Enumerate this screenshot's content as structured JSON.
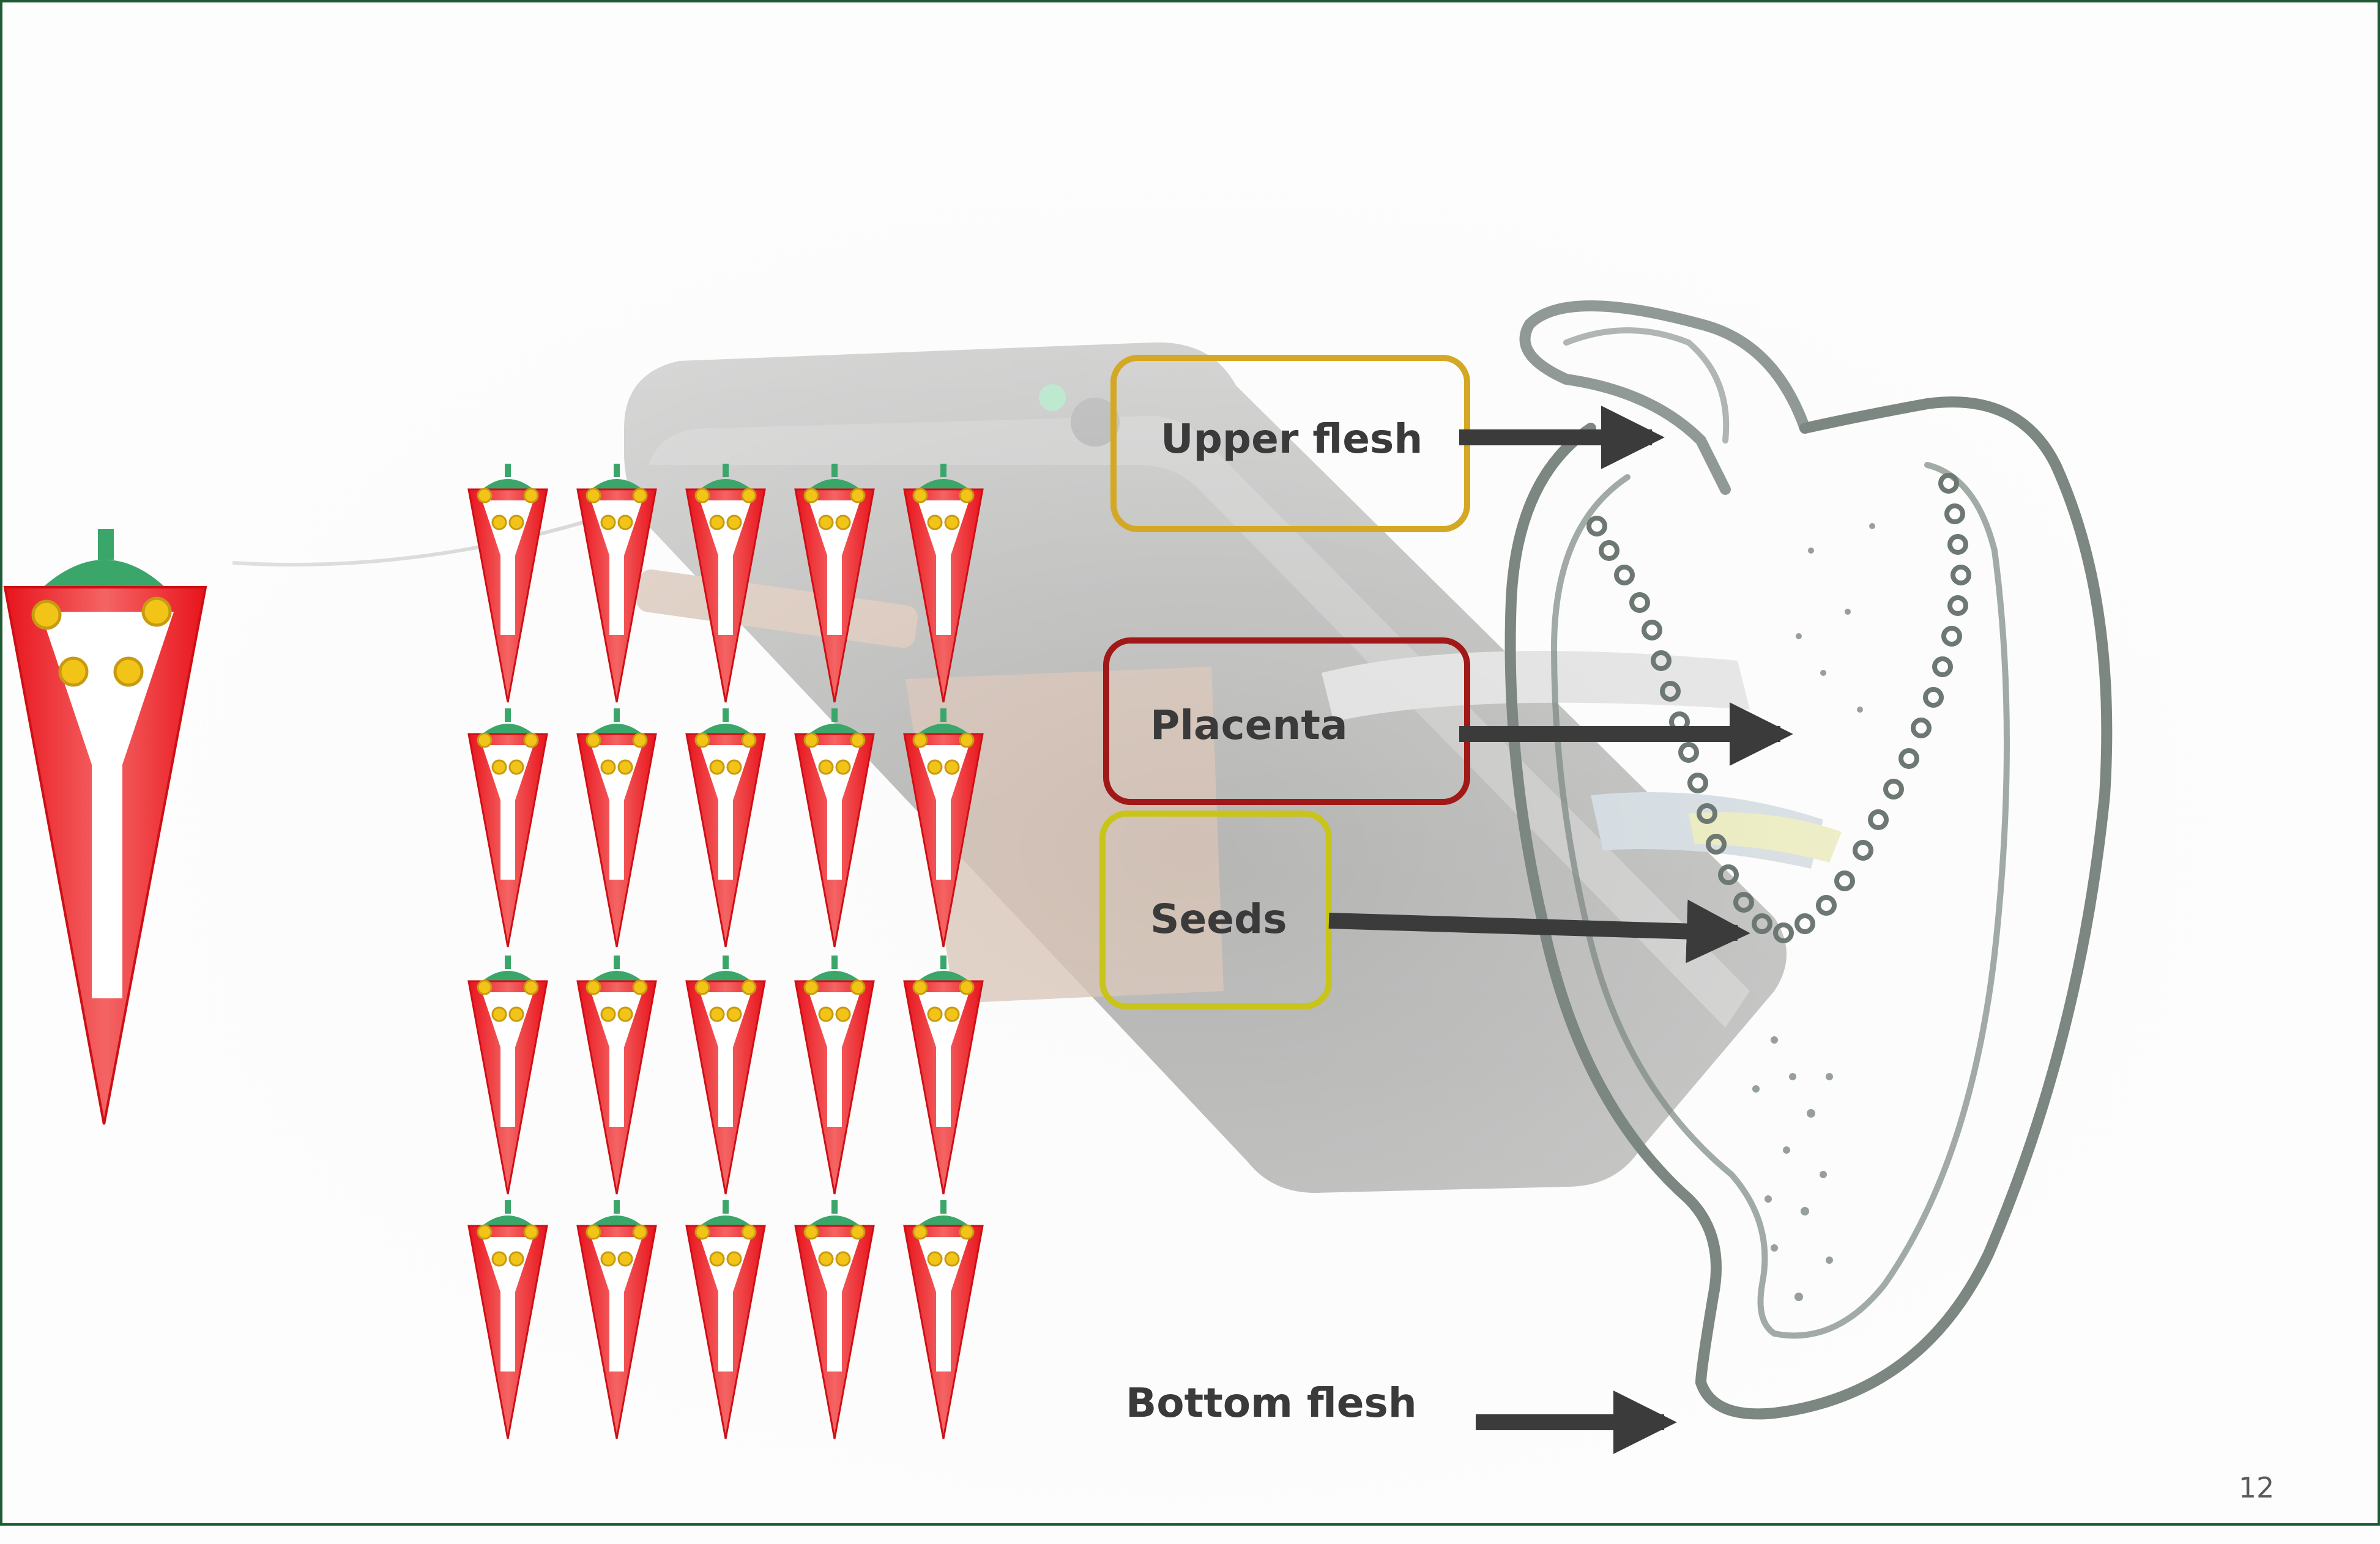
{
  "slide": {
    "page_number": "12",
    "frame_color": "#1e5a32"
  },
  "labels": {
    "upper_flesh": "Upper flesh",
    "placenta": "Placenta",
    "seeds": "Seeds",
    "bottom_flesh": "Bottom flesh"
  },
  "colors": {
    "pepper_red": "#e8141c",
    "pepper_light": "#f25a5a",
    "stem_green": "#3aa66a",
    "seed_yellow": "#f2c418",
    "upper_box": "#d4a824",
    "placenta_box": "#a01818",
    "seeds_box": "#c8c41a",
    "arrow": "#3b3b3b"
  },
  "icons": {
    "large_pepper": "pepper-cross-section-icon",
    "small_peppers": "pepper-icon",
    "background_photo": "smartphone-photo",
    "pepper_sketch": "pepper-pencil-sketch"
  },
  "pepper_grid": {
    "rows": 4,
    "cols": 5
  }
}
